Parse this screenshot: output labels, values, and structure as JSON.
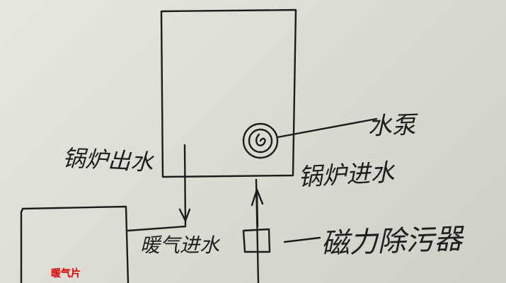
{
  "labels": {
    "pump": "水泵",
    "boiler_outlet": "锅炉出水",
    "boiler_inlet": "锅炉进水",
    "radiator_inlet": "暖气进水",
    "magnetic_filter": "磁力除污器",
    "radiator": "暖气片"
  },
  "colors": {
    "ink": "#1c1c1c",
    "paper": "#dcdcd2",
    "radiator_label": "#e00000"
  }
}
